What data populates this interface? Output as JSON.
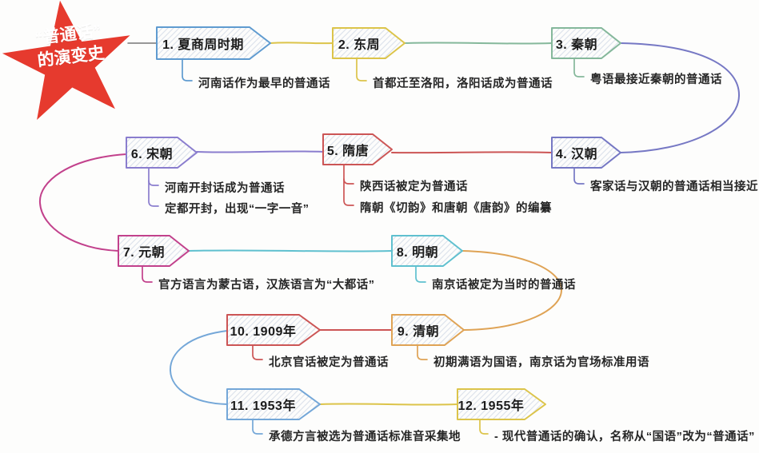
{
  "title": {
    "line1": "“普通话”",
    "line2": "的演变史"
  },
  "star_color": "#e63a2e",
  "nodes": [
    {
      "label": "1. 夏商周时期",
      "color": "#5f9bd0",
      "annotations": [
        "河南话作为最早的普通话"
      ]
    },
    {
      "label": "2. 东周",
      "color": "#dcc44a",
      "annotations": [
        "首都迁至洛阳，洛阳话成为普通话"
      ]
    },
    {
      "label": "3. 秦朝",
      "color": "#85b89b",
      "annotations": [
        "粤语最接近秦朝的普通话"
      ]
    },
    {
      "label": "4. 汉朝",
      "color": "#7678c4",
      "annotations": [
        "客家话与汉朝的普通话相当接近"
      ]
    },
    {
      "label": "5. 隋唐",
      "color": "#cc5555",
      "annotations": [
        "陕西话被定为普通话",
        "隋朝《切韵》和唐朝《唐韵》的编纂"
      ]
    },
    {
      "label": "6. 宋朝",
      "color": "#8a7dce",
      "annotations": [
        "河南开封话成为普通话",
        "定都开封，出现“一字一音”"
      ]
    },
    {
      "label": "7. 元朝",
      "color": "#c2418c",
      "annotations": [
        "官方语言为蒙古语，汉族语言为“大都话”"
      ]
    },
    {
      "label": "8. 明朝",
      "color": "#5fc0cf",
      "annotations": [
        "南京话被定为当时的普通话"
      ]
    },
    {
      "label": "9. 清朝",
      "color": "#dfa355",
      "annotations": [
        "初期满语为国语，南京话为官场标准用语"
      ]
    },
    {
      "label": "10. 1909年",
      "color": "#cc5555",
      "annotations": [
        "北京官话被定为普通话"
      ]
    },
    {
      "label": "11. 1953年",
      "color": "#74a7d8",
      "annotations": [
        "承德方言被选为普通话标准音采集地"
      ]
    },
    {
      "label": "12. 1955年",
      "color": "#dcc44a",
      "annotations": [
        "- 现代普通话的确认，名称从“国语”改为“普通话”"
      ]
    }
  ]
}
